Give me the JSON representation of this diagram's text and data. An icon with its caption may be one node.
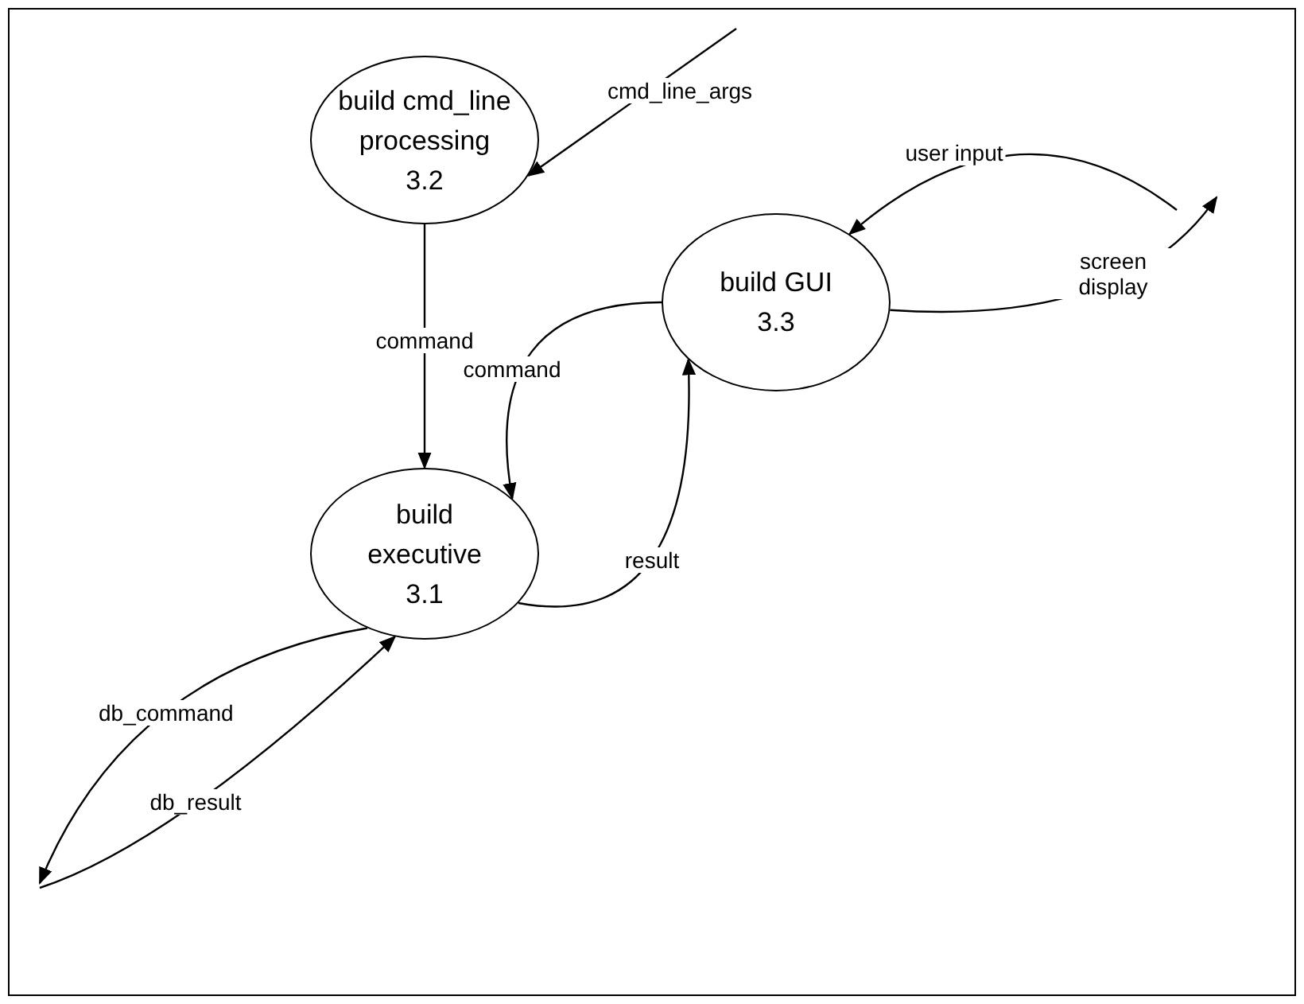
{
  "diagram": {
    "nodes": [
      {
        "text": [
          "build cmd_line processing",
          "3.2"
        ]
      },
      {
        "text": [
          "build GUI",
          "3.3"
        ]
      },
      {
        "text": [
          "build executive",
          "3.1"
        ]
      }
    ],
    "edges": [
      {
        "from": null,
        "to": 0,
        "arrow": "to",
        "label": "cmd_line_args"
      },
      {
        "from": 0,
        "to": 2,
        "arrow": "to",
        "label": "command"
      },
      {
        "from": 1,
        "to": 2,
        "arrow": "to",
        "label": "command"
      },
      {
        "from": 2,
        "to": 1,
        "arrow": "to",
        "label": "result"
      },
      {
        "from": null,
        "to": 1,
        "arrow": "to",
        "label": "user input"
      },
      {
        "from": 1,
        "to": null,
        "arrow": "to",
        "label": "screen display"
      },
      {
        "from": 2,
        "to": null,
        "arrow": "to",
        "label": "db_command"
      },
      {
        "from": null,
        "to": 2,
        "arrow": "to",
        "label": "db_result"
      }
    ]
  }
}
